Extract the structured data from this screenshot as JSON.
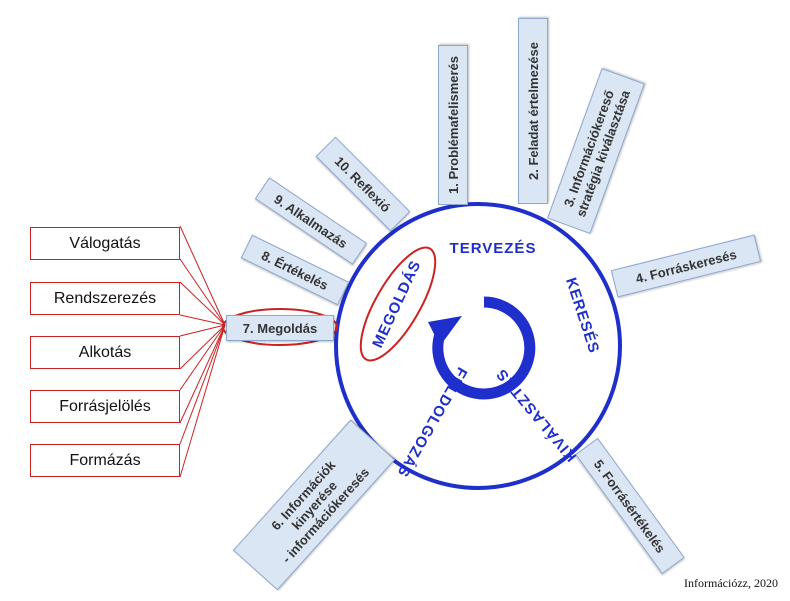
{
  "center": {
    "phases": [
      "TERVEZÉS",
      "KERESÉS",
      "KIVÁLASZTÁS",
      "FELDOLGOZÁS",
      "MEGOLDÁS"
    ],
    "circle_color": "#1f2fcc",
    "highlight_color": "#cc2222"
  },
  "steps": {
    "s1": "1. Problémafelismerés",
    "s2": "2. Feladat értelmezése",
    "s3_line1": "3. Információkereső",
    "s3_line2": "stratégia kiválasztása",
    "s4": "4. Forráskeresés",
    "s5": "5. Forrásértékelés",
    "s6_line1": "6. Információk",
    "s6_line2": "kinyerése",
    "s6_line3": "- információkeresés",
    "s7": "7. Megoldás",
    "s8": "8. Értékelés",
    "s9": "9. Alkalmazás",
    "s10": "10. Reflexió"
  },
  "side_items": [
    "Válogatás",
    "Rendszerezés",
    "Alkotás",
    "Forrásjelölés",
    "Formázás"
  ],
  "credit": "Információzz, 2020",
  "colors": {
    "box_fill": "#dbe6f4",
    "box_border": "#8ea7cc",
    "side_border": "#cc2222"
  }
}
